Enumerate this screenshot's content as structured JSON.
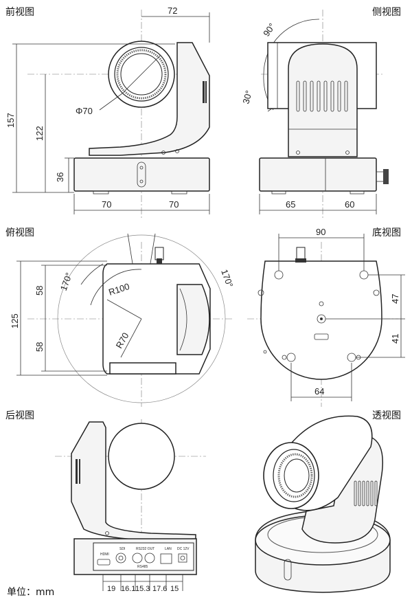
{
  "views": {
    "front": "前视图",
    "side": "侧视图",
    "top": "俯视图",
    "bottom": "底视图",
    "rear": "后视图",
    "perspective": "透视图"
  },
  "units_label": "单位：mm",
  "front_dims": {
    "width_top": "72",
    "height_total": "157",
    "height_head": "122",
    "height_base": "36",
    "lens_dia": "Φ70",
    "base_left": "70",
    "base_right": "70"
  },
  "side_dims": {
    "tilt_up": "90°",
    "tilt_down": "30°",
    "base_left": "65",
    "base_right": "60"
  },
  "top_dims": {
    "span_total": "125",
    "upper": "58",
    "lower": "58",
    "radius_outer": "R100",
    "radius_inner": "R70",
    "pan_left": "170°",
    "pan_right": "170°"
  },
  "bottom_dims": {
    "width_holes": "90",
    "upper": "47",
    "lower": "41",
    "width_front": "64"
  },
  "rear_dims": [
    "19",
    "16.1",
    "15.3",
    "17.6",
    "15"
  ],
  "rear_panel": [
    "HDMI",
    "SDI",
    "RS232 OUT",
    "RS485",
    "LAN",
    "DC 12V"
  ]
}
